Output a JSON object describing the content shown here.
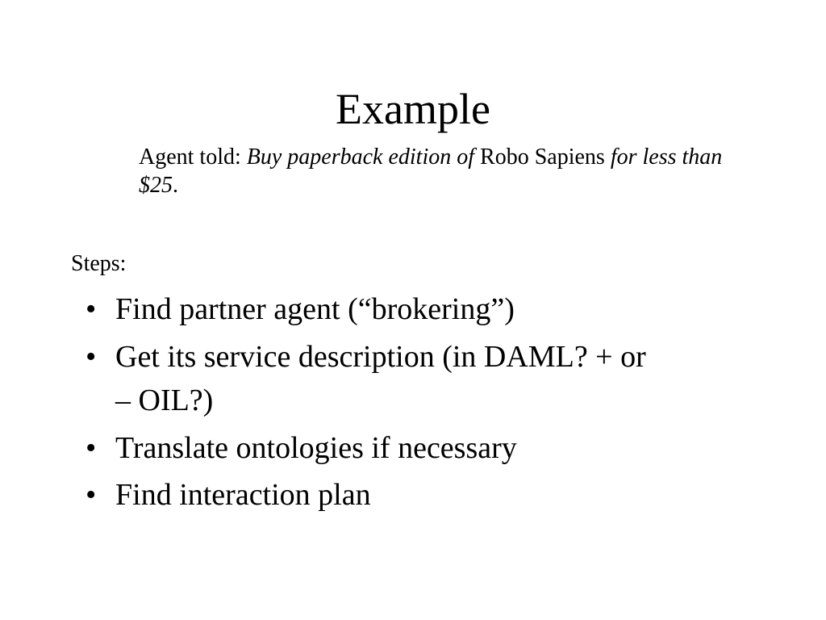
{
  "slide": {
    "title": "Example",
    "subtitle": {
      "prefix": "Agent told: ",
      "italic1": "Buy paperback edition of",
      "roman": " Robo Sapiens ",
      "italic2": "for less than $25",
      "suffix": "."
    },
    "steps_label": "Steps:",
    "bullet_glyph": "•",
    "bullets": [
      {
        "line1": "Find partner agent (“brokering”)"
      },
      {
        "line1": "Get its service description (in DAML? + or",
        "line2": "– OIL?)"
      },
      {
        "line1": "Translate ontologies if necessary"
      },
      {
        "line1": "Find interaction plan"
      }
    ]
  }
}
